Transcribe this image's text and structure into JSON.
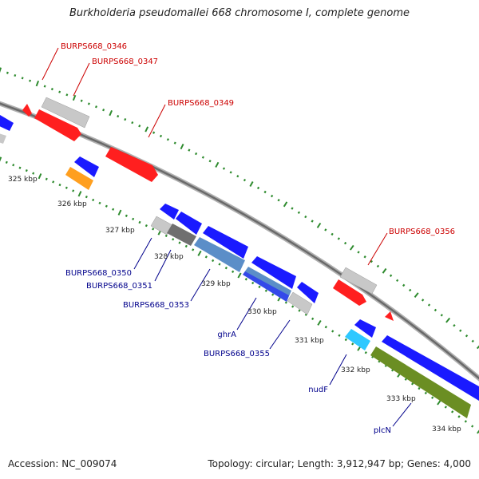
{
  "title": "Burkholderia pseudomallei 668 chromosome I, complete genome",
  "footer": {
    "accession": "Accession: NC_009074",
    "topology": "Topology: circular; Length: 3,912,947 bp; Genes: 4,000"
  },
  "colors": {
    "backbone": "#7a7a7a",
    "tick": "#2e8b2e",
    "label_red": "#cc0000",
    "label_blue": "#00008b",
    "feature_red": "#ff1f1f",
    "feature_blue": "#1a1aff",
    "feature_grey": "#c8c8c8",
    "feature_dark_grey": "#6f6f6f",
    "feature_steel": "#5b8ec8",
    "feature_orange": "#ff9f1f",
    "feature_cyan": "#2ec8ff",
    "feature_olive": "#6b8e23"
  },
  "kbp_labels": [
    "325 kbp",
    "326 kbp",
    "327 kbp",
    "328 kbp",
    "329 kbp",
    "330 kbp",
    "331 kbp",
    "332 kbp",
    "333 kbp",
    "334 kbp"
  ],
  "gene_labels": {
    "burps668_0346": "BURPS668_0346",
    "burps668_0347": "BURPS668_0347",
    "burps668_0349": "BURPS668_0349",
    "burps668_0356": "BURPS668_0356",
    "burps668_0350": "BURPS668_0350",
    "burps668_0351": "BURPS668_0351",
    "burps668_0353": "BURPS668_0353",
    "ghra": "ghrA",
    "burps668_0355": "BURPS668_0355",
    "nudf": "nudF",
    "plcn": "plcN"
  }
}
